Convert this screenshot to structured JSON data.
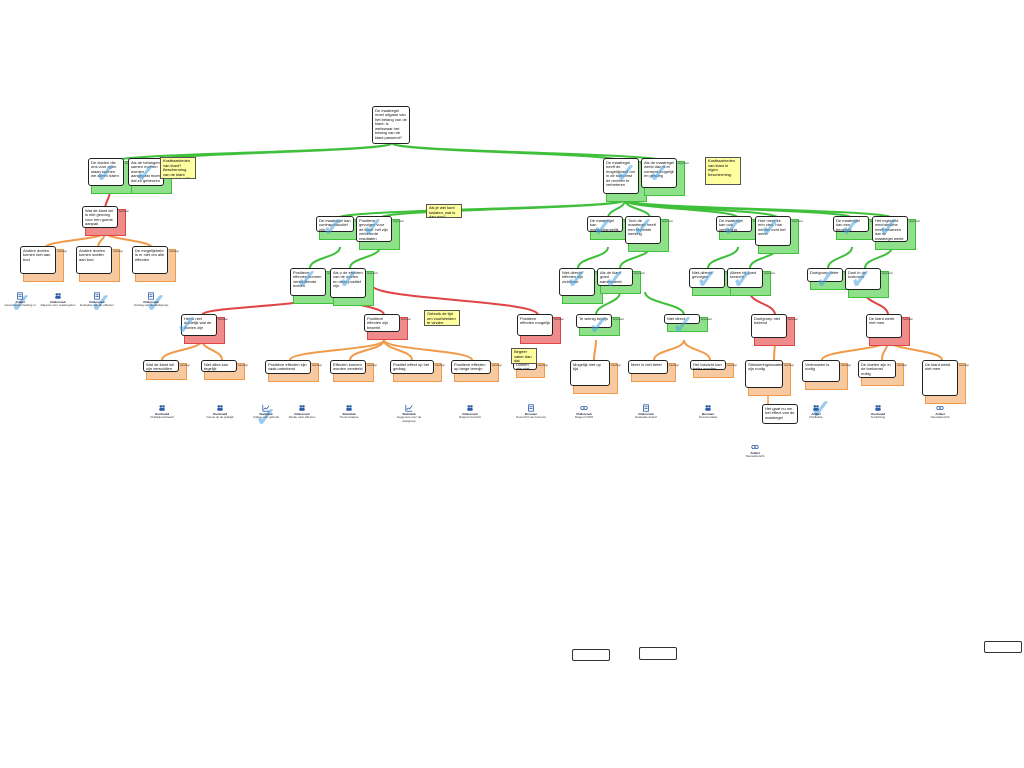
{
  "root": {
    "text": "De maatregel moet uitgaan van het belang van de klant: is weliswaar het belang van de klant passend?"
  },
  "notes": {
    "n1": "Kostbaarheden van klant? Bescherming van de klant tegen zichzelf?",
    "n2": "Kostbaarheden van klant in eigen bescherming.",
    "n3": "Als je wel kunt loslaten, wat is dan nog?",
    "n4": "Gebruik de tijd om voorbeelden te vinden.",
    "n5": "Begeer vaker dan dat anderen?"
  },
  "level1": [
    {
      "text": "De doelen die ons voor ogen staan kunnen we alleen halen",
      "tag": "argument"
    },
    {
      "text": "Als de belangen samen moeten worden aangepast moet dat zo gebeuren",
      "tag": "argument"
    },
    {
      "text": "De maatregel heeft de mogelijkheid om in de toekomst de rechten te verbeteren",
      "tag": "argument"
    },
    {
      "text": "Als de maatregel werkt dan is er consent mogelijk en genoeg",
      "tag": "argument"
    }
  ],
  "level2": [
    {
      "text": "Wat de klant wil is niet genoeg voor een goede aanpak",
      "tag": "bezwaar"
    },
    {
      "text": "De maatregel kan contraproductief zijn",
      "tag": "argument"
    },
    {
      "text": "Positieve gevolgen voor de klant: het zijn verbeterde resultaten",
      "tag": "argument"
    },
    {
      "text": "De maatregel kan maatschappelijk zijn",
      "tag": "argument"
    },
    {
      "text": "Toch de maatregel heeft een beperkte werking",
      "tag": "argument"
    },
    {
      "text": "De maatregel kan ook vertraging krijgen",
      "tag": "argument"
    },
    {
      "text": "Hoe meer ze erin zien, hoe minder echt het werkt",
      "tag": "argument"
    },
    {
      "text": "De maatregel kan een beperkte werking hebben",
      "tag": "argument"
    },
    {
      "text": "Het ingesteld mechanisme heeft bewezen dat de maatregel werkt",
      "tag": "argument"
    }
  ],
  "level3": [
    {
      "text": "Andere doelen komen niet aan bod",
      "tag": "weerlegt"
    },
    {
      "text": "Andere doelen komen sneller aan bod",
      "tag": "weerlegt"
    },
    {
      "text": "De mogelijkheid is er niet om alle effecten",
      "tag": "weerlegt"
    },
    {
      "text": "Positieve effecten kunnen verschillende doelen",
      "tag": "argument"
    },
    {
      "text": "Als u de effecten van de doelen en deze positief zijn",
      "tag": "argument"
    },
    {
      "text": "Niet-directe effecten zijn zichtbaar",
      "tag": "argument"
    },
    {
      "text": "Als de klant goed samenwerkt",
      "tag": "argument"
    },
    {
      "text": "Niet-directe gevolgen",
      "tag": "argument"
    },
    {
      "text": "Alleen bij goed toezicht",
      "tag": "argument"
    },
    {
      "text": "Doelgroep beter",
      "tag": "argument"
    },
    {
      "text": "Doel in de toekomst",
      "tag": "argument"
    }
  ],
  "level4": [
    {
      "text": "Het is niet duidelijk wat de doelen zijn",
      "tag": "bezwaar"
    },
    {
      "text": "Positieve effecten zijn beperkt",
      "tag": "bezwaar"
    },
    {
      "text": "Positieve effecten mogelijk",
      "tag": "bezwaar"
    },
    {
      "text": "Te weinig bewijs",
      "tag": "argument"
    },
    {
      "text": "Niet direct",
      "tag": "argument"
    },
    {
      "text": "Doelgroep niet bekend",
      "tag": "bezwaar"
    },
    {
      "text": "De klant werkt niet mee",
      "tag": "bezwaar"
    }
  ],
  "level5": [
    {
      "text": "Wat de klant wil zijn verschillen",
      "tag": "weerlegt"
    },
    {
      "text": "Niet alles kan tegelijk",
      "tag": "weerlegt"
    },
    {
      "text": "Positieve effecten zijn vaak onbekend",
      "tag": "weerlegt"
    },
    {
      "text": "Effecten kunnen worden versterkt",
      "tag": "weerlegt"
    },
    {
      "text": "Positief effect op het gedrag",
      "tag": "weerlegt"
    },
    {
      "text": "Positieve effecten op lange termijn",
      "tag": "weerlegt"
    },
    {
      "text": "Doelen zijn niet altijd helder",
      "tag": "weerlegt"
    },
    {
      "text": "Mogelijk niet op tijd",
      "tag": "weerlegt"
    },
    {
      "text": "Meer is niet beter",
      "tag": "weerlegt"
    },
    {
      "text": "Het toezicht kan beter worden ingericht",
      "tag": "weerlegt"
    },
    {
      "text": "Stimuleringsmaatregelen zijn nodig",
      "tag": "weerlegt"
    },
    {
      "text": "Vertrouwen is nodig",
      "tag": "weerlegt"
    },
    {
      "text": "De doelen zijn in de toekomst nuttig",
      "tag": "weerlegt"
    }
  ],
  "sources": [
    {
      "title": "Artikel",
      "desc": "www.bronvermelding.nl"
    },
    {
      "title": "Onderzoek",
      "desc": "Rapport over maatregelen"
    },
    {
      "title": "Onderzoek",
      "desc": "Evaluatie van de effecten"
    },
    {
      "title": "Onderzoek",
      "desc": "Verslag van de werkgroep"
    },
    {
      "title": "Voorbeeld",
      "desc": "Praktijkvoorbeeld"
    },
    {
      "title": "Voorbeeld",
      "desc": "Casus uit de praktijk"
    },
    {
      "title": "Statistiek",
      "desc": "Cijfers over gebruik"
    },
    {
      "title": "Onderzoek",
      "desc": "Studie naar effecten"
    },
    {
      "title": "Statistiek",
      "desc": "Trend analyse"
    },
    {
      "title": "Statistiek",
      "desc": "Gegevens over de doelgroep"
    },
    {
      "title": "Onderzoek",
      "desc": "Rapport toezicht"
    },
    {
      "title": "Bronnen",
      "desc": "Overzicht van bronnen"
    },
    {
      "title": "Onderzoek",
      "desc": "Rapport 2015"
    },
    {
      "title": "Onderzoek",
      "desc": "Evaluatie beleid"
    },
    {
      "title": "Bronnen",
      "desc": "Documentatie"
    },
    {
      "title": "Artikel",
      "desc": "Nieuwsbericht"
    },
    {
      "title": "Artikel",
      "desc": "Publicatie"
    },
    {
      "title": "Voorbeeld",
      "desc": "Toelichting"
    }
  ],
  "sub": {
    "text": "Het gaat nu om het effect van de maatregel"
  },
  "buttons": {
    "b1": "",
    "b2": "",
    "b3": ""
  }
}
